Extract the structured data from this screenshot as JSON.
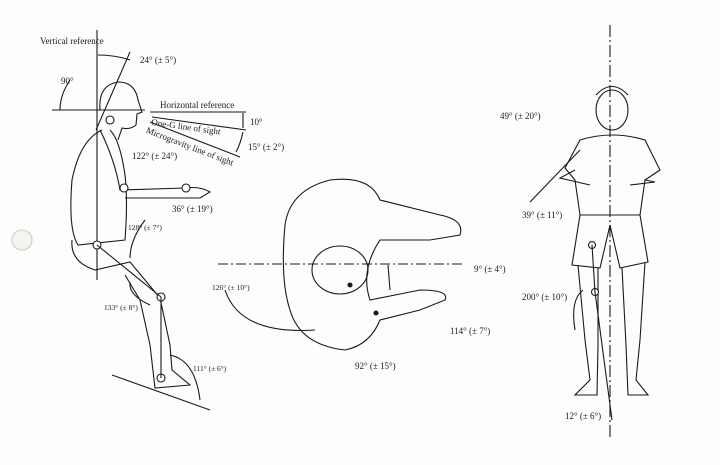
{
  "side_view": {
    "vertical_reference": "Vertical reference",
    "angle_90": "90°",
    "head_tilt": "24° (± 5°)",
    "horizontal_reference": "Horizontal reference",
    "one_g_line_of_sight": "One-G line of sight",
    "microgravity_line_of_sight": "Microgravity line of sight",
    "angle_10": "10°",
    "angle_15": "15° (± 2°)",
    "elbow": "122° (± 24°)",
    "shoulder": "36° (± 19°)",
    "hip": "128° (± 7°)",
    "knee": "133° (± 8°)",
    "ankle": "111° (± 6°)"
  },
  "top_view": {
    "angle_126": "126° (± 10°)",
    "angle_9": "9° (± 4°)",
    "angle_114": "114° (± 7°)",
    "angle_92": "92° (± 15°)"
  },
  "front_view": {
    "angle_49": "49° (± 20°)",
    "angle_39": "39° (± 11°)",
    "angle_200": "200° (± 10°)",
    "angle_12": "12° (± 6°)"
  }
}
